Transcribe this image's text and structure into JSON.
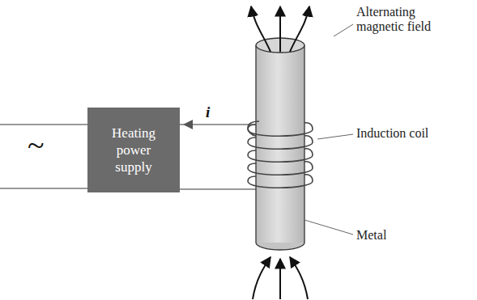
{
  "diagram": {
    "nodes": [
      {
        "text": [
          "Heating power supply"
        ]
      }
    ],
    "labels": [
      "~",
      "i",
      "Alternating magnetic field",
      "Induction coil",
      "Metal"
    ]
  }
}
